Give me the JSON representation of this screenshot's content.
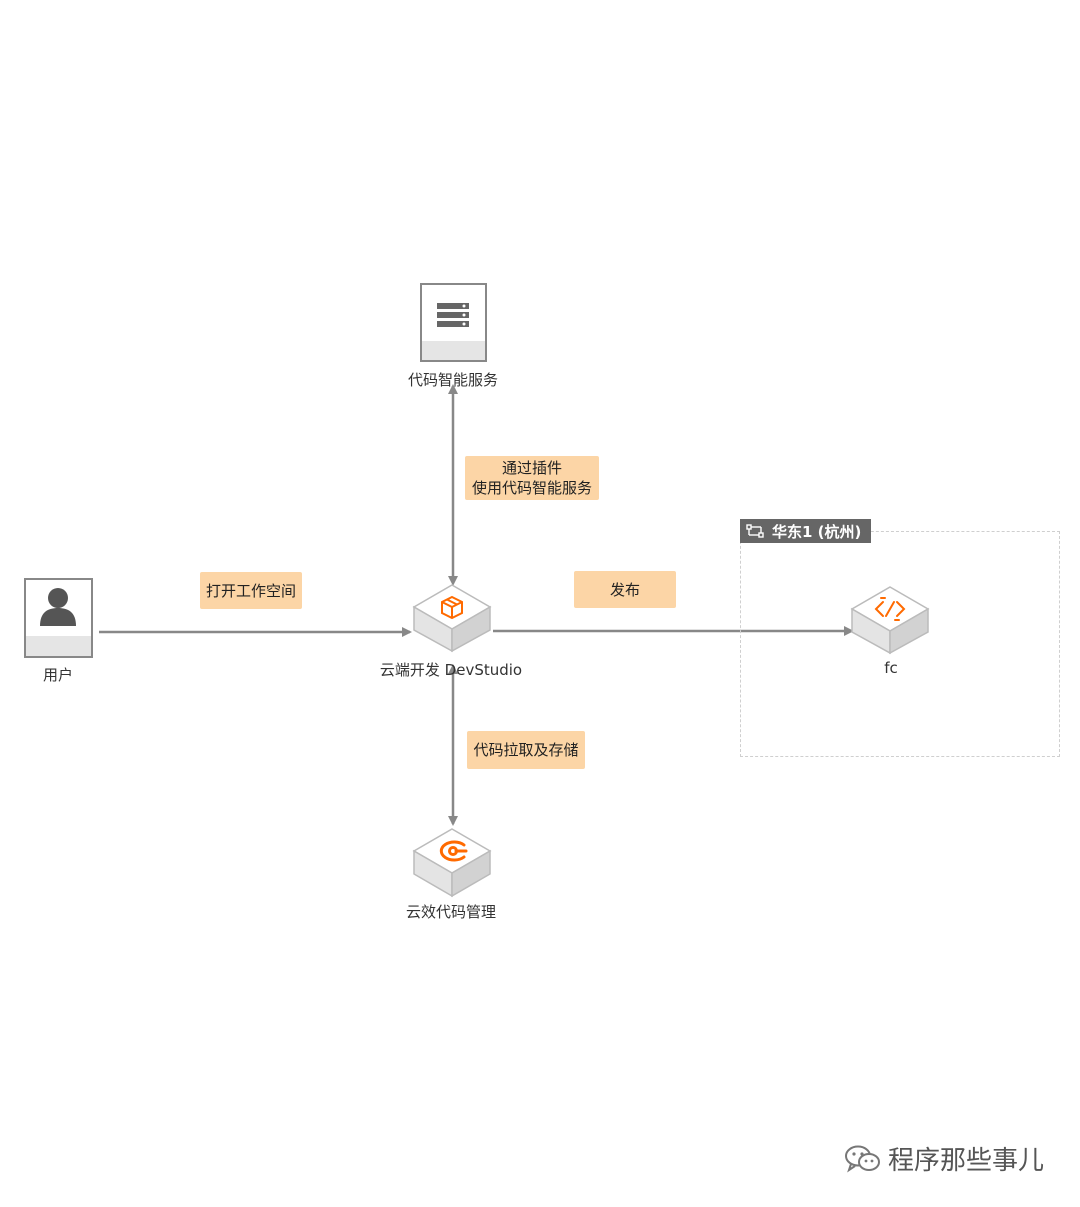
{
  "nodes": {
    "user": "用户",
    "code_ai": "代码智能服务",
    "devstudio": "云端开发 DevStudio",
    "codeup": "云效代码管理",
    "fc": "fc"
  },
  "edges": {
    "open_workspace": "打开工作空间",
    "plugin_line1": "通过插件",
    "plugin_line2": "使用代码智能服务",
    "publish": "发布",
    "pull_store": "代码拉取及存储"
  },
  "region": {
    "label": "华东1 (杭州)"
  },
  "watermark": {
    "text": "程序那些事儿"
  },
  "colors": {
    "accent": "#ff6a00",
    "label_bg": "#fcd5a6",
    "line": "#888888",
    "region_tag": "#666666"
  }
}
